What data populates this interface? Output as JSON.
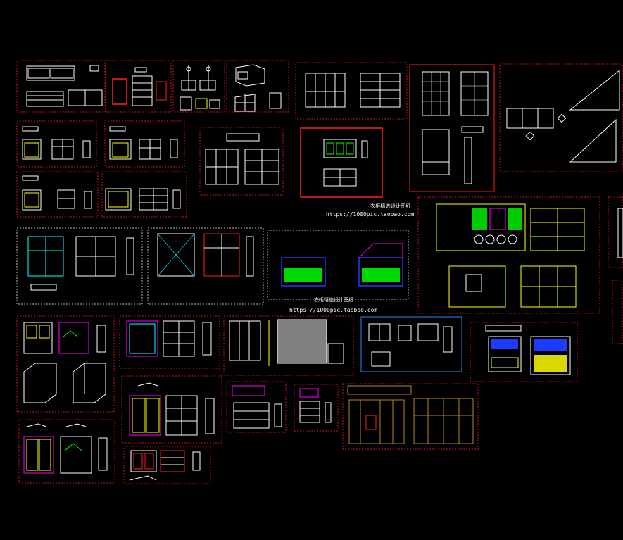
{
  "canvas": {
    "background": "#000000",
    "frame_color": "#c8141e",
    "accent_colors": {
      "white": "#ffffff",
      "yellow": "#ffff00",
      "magenta": "#ff00ff",
      "cyan": "#00ffff",
      "green": "#00ff00",
      "blue": "#1e3cff",
      "brown": "#b8860b",
      "red": "#ff2020",
      "gray": "#808080"
    }
  },
  "captions": {
    "watermark_1_title": "衣柜精选设计图纸",
    "watermark_1_url": "https://1000pic.taobao.com",
    "watermark_2_title": "衣柜精选设计图纸",
    "watermark_2_url": "https://1000pic.taobao.com"
  }
}
